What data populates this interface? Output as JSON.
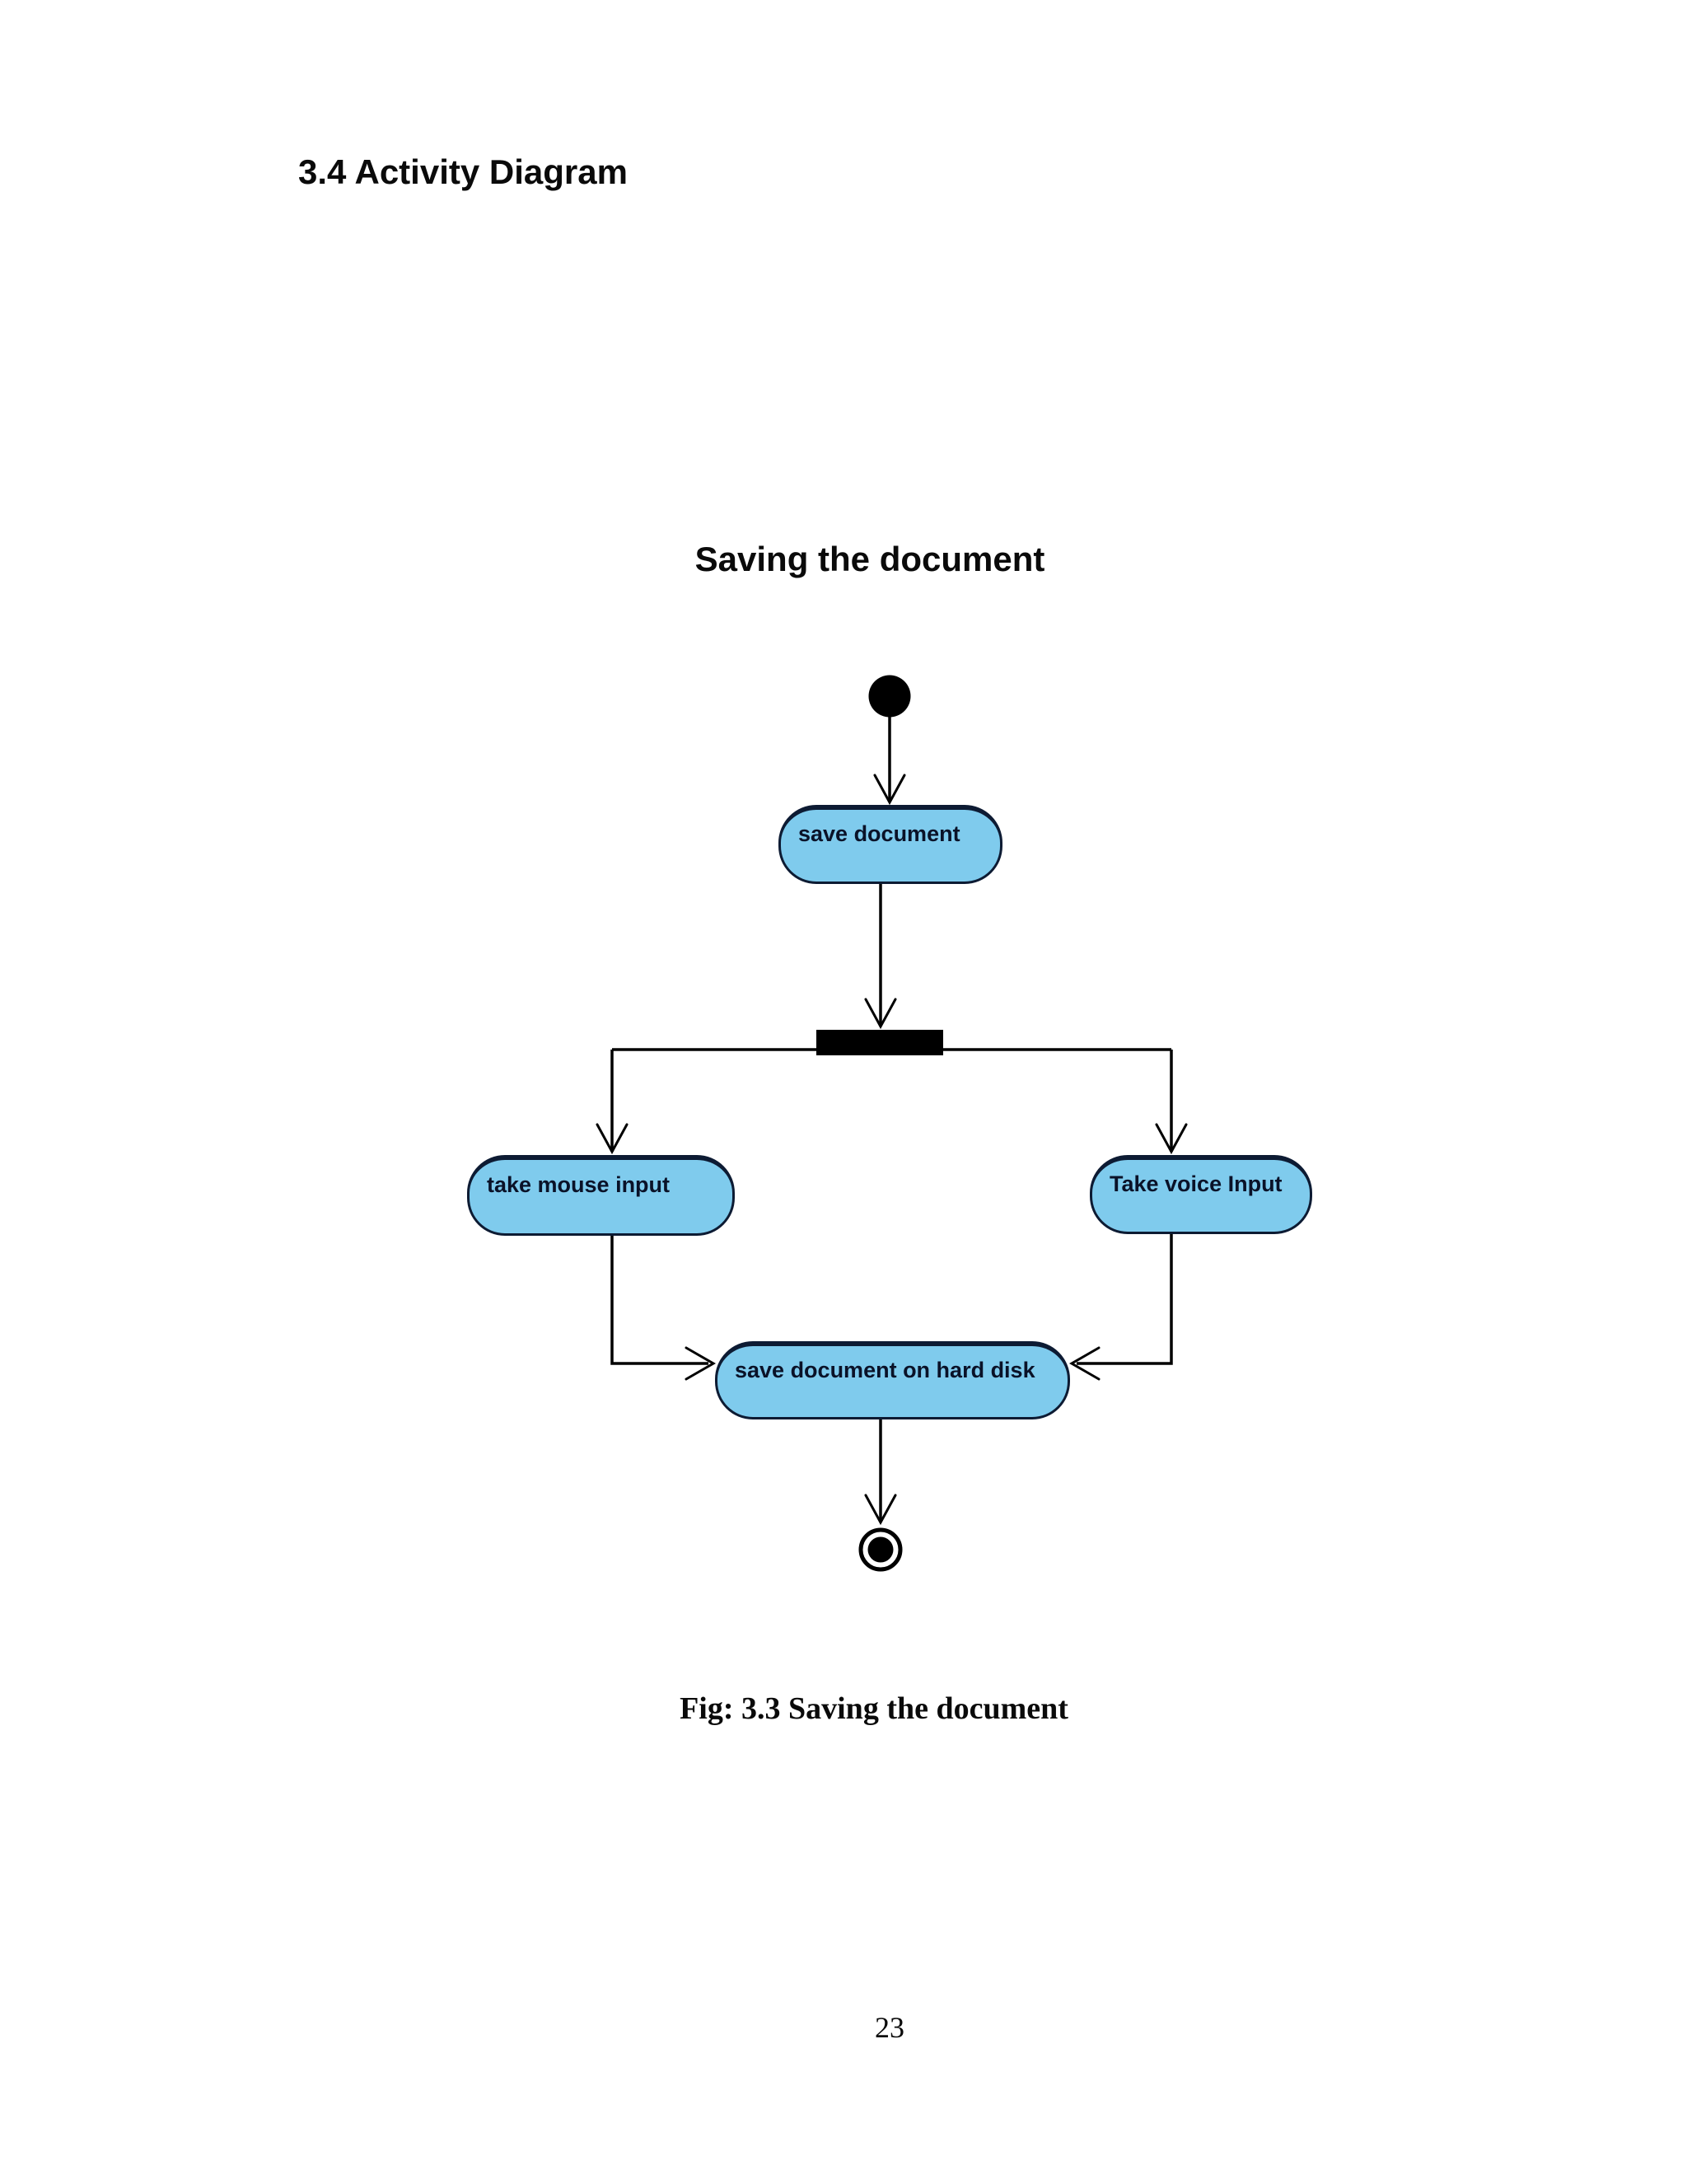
{
  "page": {
    "section_heading": "3.4 Activity Diagram",
    "page_number": "23"
  },
  "figure": {
    "title": "Saving the document",
    "caption": "Fig: 3.3 Saving the document"
  },
  "diagram": {
    "type": "uml-activity-diagram",
    "colors": {
      "node_fill": "#7FCBED",
      "node_border": "#0D1B33",
      "node_text": "#0A1228",
      "connector": "#000000"
    },
    "nodes": [
      {
        "id": "initial",
        "kind": "initial-node",
        "label": ""
      },
      {
        "id": "save-document",
        "kind": "activity",
        "label": "save document"
      },
      {
        "id": "fork",
        "kind": "fork-bar",
        "label": ""
      },
      {
        "id": "take-mouse-input",
        "kind": "activity",
        "label": "take mouse input"
      },
      {
        "id": "take-voice-input",
        "kind": "activity",
        "label": "Take voice Input"
      },
      {
        "id": "save-document-on-hard-disk",
        "kind": "activity",
        "label": "save document on hard disk"
      },
      {
        "id": "final",
        "kind": "final-node",
        "label": ""
      }
    ],
    "edges": [
      {
        "from": "initial",
        "to": "save-document"
      },
      {
        "from": "save-document",
        "to": "fork"
      },
      {
        "from": "fork",
        "to": "take-mouse-input"
      },
      {
        "from": "fork",
        "to": "take-voice-input"
      },
      {
        "from": "take-mouse-input",
        "to": "save-document-on-hard-disk"
      },
      {
        "from": "take-voice-input",
        "to": "save-document-on-hard-disk"
      },
      {
        "from": "save-document-on-hard-disk",
        "to": "final"
      }
    ]
  }
}
